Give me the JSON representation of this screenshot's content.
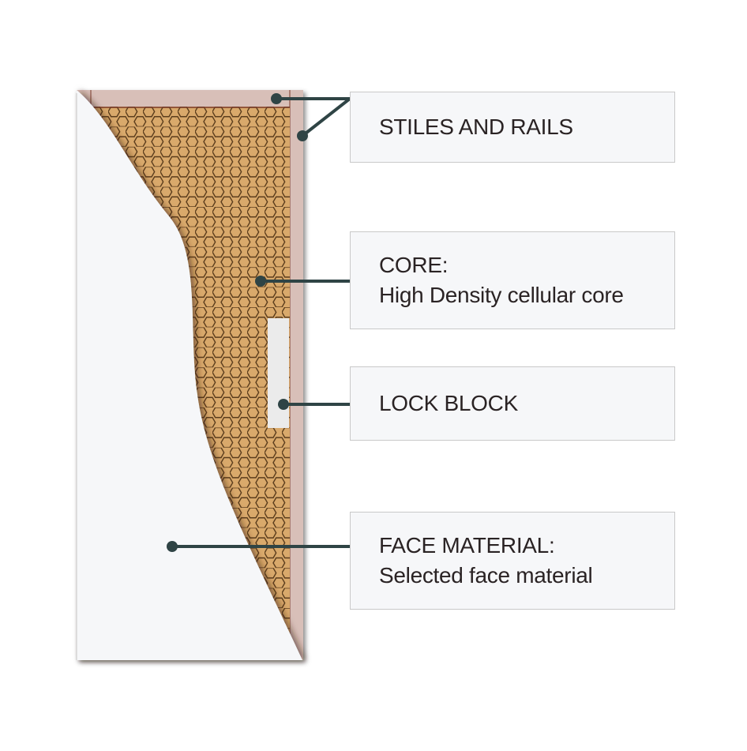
{
  "colors": {
    "frame": "#d8bfb8",
    "frame_edge": "#7a3a2a",
    "core_fill": "#d9a96b",
    "core_line": "#5a3c1c",
    "face": "#f6f7f9",
    "lock_block": "#ebebeb",
    "connector": "#2f4445",
    "box_bg": "#f6f7f9",
    "box_border": "#c9c9c9",
    "text": "#2a2324"
  },
  "labels": [
    {
      "id": "stiles-and-rails",
      "lines": [
        "STILES AND RAILS"
      ]
    },
    {
      "id": "core",
      "lines": [
        "CORE:",
        "High Density cellular core"
      ]
    },
    {
      "id": "lock-block",
      "lines": [
        "LOCK BLOCK"
      ]
    },
    {
      "id": "face-material",
      "lines": [
        "FACE MATERIAL:",
        "Selected face material"
      ]
    }
  ]
}
